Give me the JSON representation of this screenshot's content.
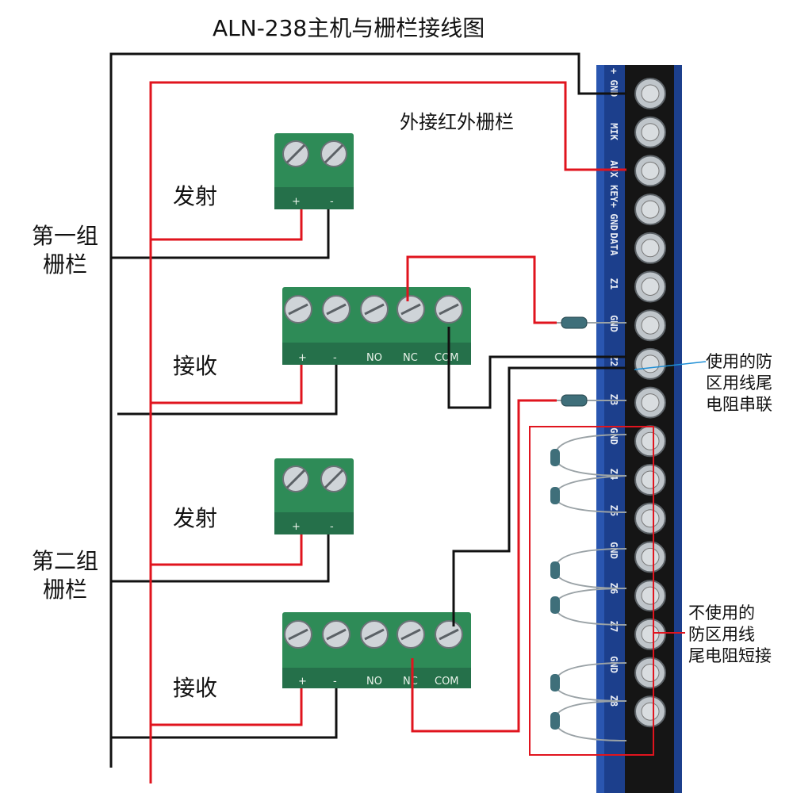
{
  "title": "ALN-238主机与栅栏接线图",
  "section_label": "外接红外栅栏",
  "group1": {
    "line1": "第一组",
    "line2": "栅栏"
  },
  "group2": {
    "line1": "第二组",
    "line2": "栅栏"
  },
  "emitter_label": "发射",
  "receiver_label": "接收",
  "note_used": [
    "使用的防",
    "区用线尾",
    "电阻串联"
  ],
  "note_unused": [
    "不使用的",
    "防区用线",
    "尾电阻短接"
  ],
  "emitter_terminals": [
    "+",
    "-"
  ],
  "receiver_terminals": [
    "+",
    "-",
    "NO",
    "NC",
    "COM"
  ],
  "board_labels": [
    "+ GND",
    "MIK",
    "AUX",
    "KEY+ GND",
    "DATA",
    "Z1",
    "GND",
    "Z2",
    "Z3",
    "GND",
    "Z4",
    "Z5",
    "GND",
    "Z6",
    "Z7",
    "GND",
    "Z8"
  ],
  "colors": {
    "wire_power": "#e0141e",
    "wire_ground": "#111111",
    "board": "#1c3f8c",
    "terminal_block": "#2e8b57",
    "box_unused": "#e0141e",
    "callout_line": "#1f8fd6"
  }
}
